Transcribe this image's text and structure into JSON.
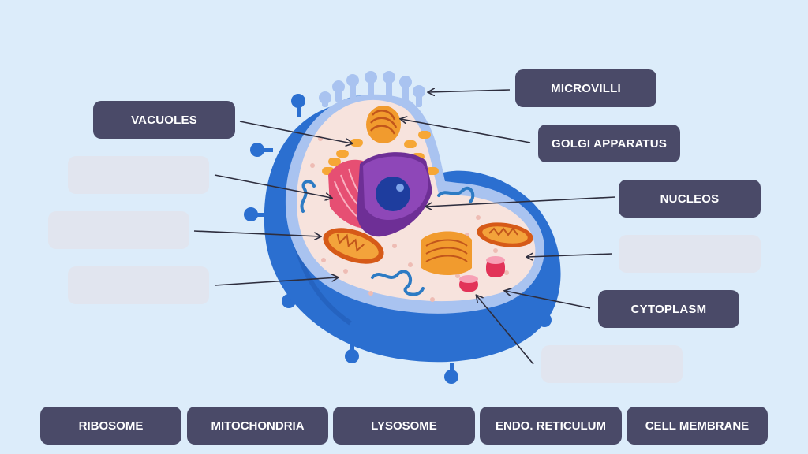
{
  "colors": {
    "background": "#dcecfa",
    "label_fill": "#4a4a68",
    "label_text": "#ffffff",
    "blank_fill": "#e1e5ef",
    "membrane": "#2b6fd0",
    "cytoplasm": "#f7e3dd",
    "nucleus": "#8e47b8"
  },
  "labels": {
    "microvilli": "MICROVILLI",
    "vacuoles": "VACUOLES",
    "golgi": "GOLGI APPARATUS",
    "nucleos": "NUCLEOS",
    "cytoplasm": "CYTOPLASM"
  },
  "answer_bank": [
    "RIBOSOME",
    "MITOCHONDRIA",
    "LYSOSOME",
    "ENDO. RETICULUM",
    "CELL MEMBRANE"
  ]
}
